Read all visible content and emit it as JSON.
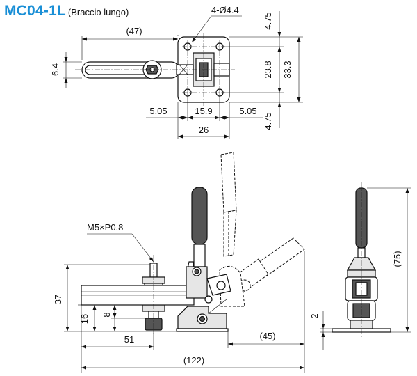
{
  "title": {
    "model": "MC04-1L",
    "variant": "(Braccio lungo)"
  },
  "top_view": {
    "handle_length": "(47)",
    "holes": "4-Ø4.4",
    "handle_width": "6.4",
    "edge_top": "4.75",
    "hole_pitch_v": "23.8",
    "base_height": "33.3",
    "edge_left": "5.05",
    "hole_pitch_h": "15.9",
    "edge_right": "5.05",
    "base_width": "26",
    "edge_bottom": "4.75"
  },
  "side_view": {
    "thread": "M5×P0.8",
    "height_37": "37",
    "height_16": "16",
    "height_8": "8",
    "reach": "51",
    "open_travel": "(45)",
    "overall_length": "(122)"
  },
  "end_view": {
    "height": "(75)",
    "base_thickness": "2"
  }
}
